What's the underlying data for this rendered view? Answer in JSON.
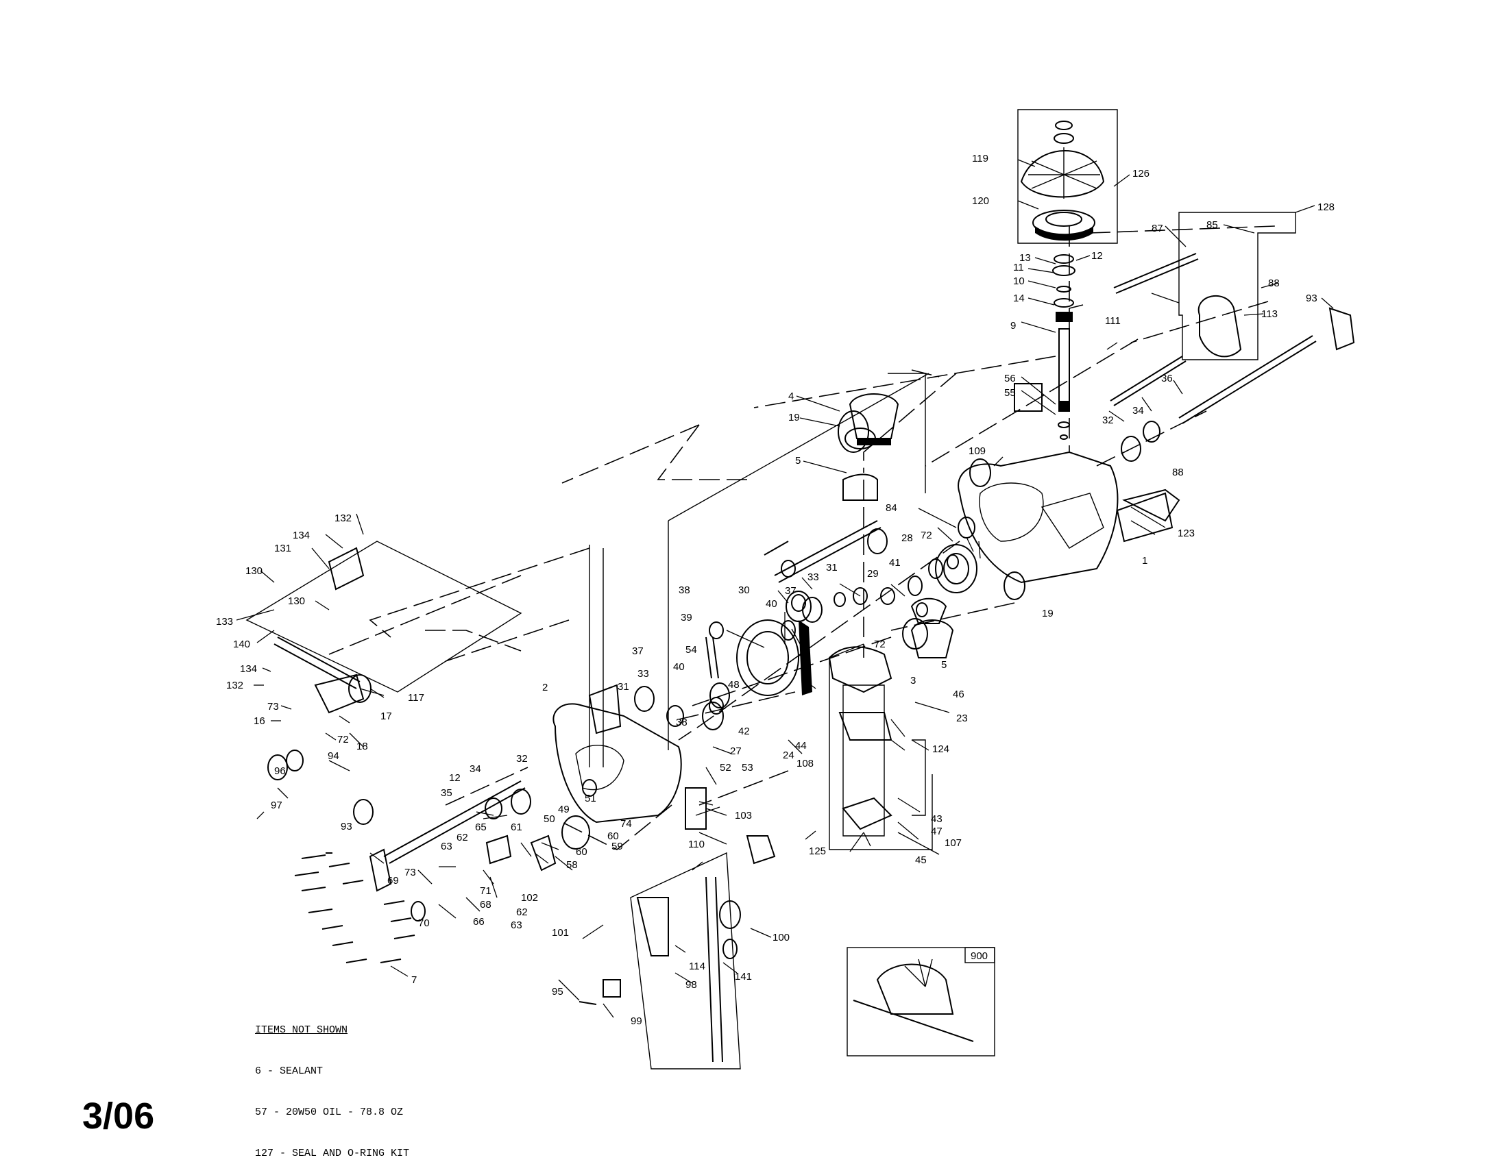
{
  "date_code": "3/06",
  "inset": {
    "label": "900"
  },
  "items_not_shown": {
    "title": "ITEMS NOT SHOWN",
    "items": [
      "6 - SEALANT",
      "57 - 20W50 OIL - 78.8 OZ",
      "127 - SEAL AND O-RING KIT"
    ]
  },
  "callouts": [
    "119",
    "126",
    "120",
    "13",
    "12",
    "11",
    "10",
    "14",
    "9",
    "56",
    "55",
    "128",
    "85",
    "87",
    "88",
    "113",
    "93",
    "111",
    "36",
    "34",
    "32",
    "4",
    "19",
    "5",
    "109",
    "88",
    "84",
    "123",
    "72",
    "28",
    "1",
    "31",
    "29",
    "41",
    "33",
    "37",
    "30",
    "40",
    "38",
    "39",
    "19",
    "72",
    "5",
    "54",
    "44",
    "3",
    "40",
    "37",
    "33",
    "31",
    "48",
    "46",
    "23",
    "38",
    "42",
    "27",
    "24",
    "44",
    "108",
    "52",
    "53",
    "124",
    "2",
    "34",
    "32",
    "12",
    "35",
    "51",
    "50",
    "49",
    "74",
    "60",
    "59",
    "60",
    "103",
    "43",
    "47",
    "107",
    "125",
    "45",
    "110",
    "65",
    "61",
    "62",
    "58",
    "63",
    "71",
    "102",
    "62",
    "63",
    "69",
    "73",
    "68",
    "66",
    "70",
    "93",
    "101",
    "100",
    "114",
    "98",
    "141",
    "95",
    "99",
    "7",
    "132",
    "134",
    "131",
    "130",
    "133",
    "140",
    "130",
    "134",
    "132",
    "117",
    "73",
    "16",
    "17",
    "18",
    "72",
    "94",
    "96",
    "97"
  ]
}
